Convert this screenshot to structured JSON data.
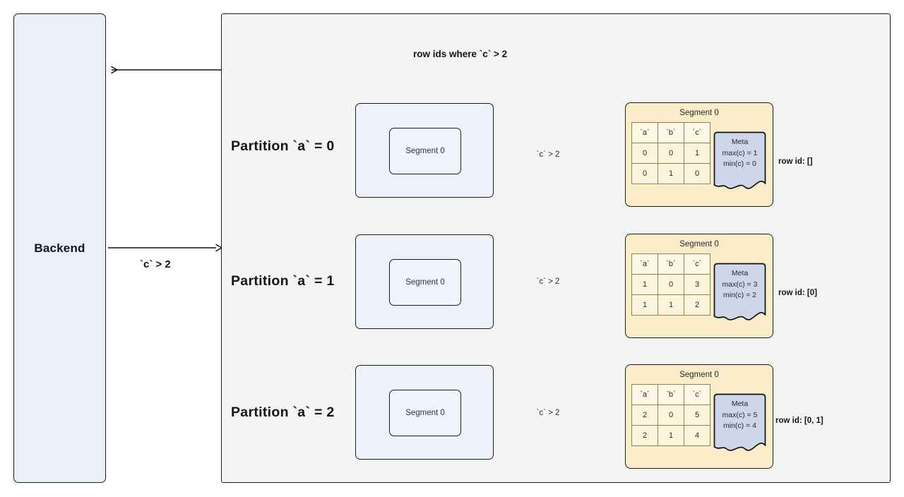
{
  "colors": {
    "page_background": "#ffffff",
    "panel_background": "#f4f4f4",
    "backend_fill": "#eaeff8",
    "partition_box_fill": "#edf1f9",
    "segment_card_fill": "#fbedca",
    "table_cell_fill": "#fbf3dc",
    "table_border": "#8f8354",
    "meta_fill": "#ced6ea",
    "arrow_fill": "#ddd8f5",
    "stroke": "#1c1c1c"
  },
  "backend": {
    "label": "Backend"
  },
  "edges": {
    "request_label": "`c` > 2",
    "response_label": "row ids where `c` > 2"
  },
  "partitions": [
    {
      "title": "Partition `a` = 0",
      "segment_box_label": "Segment 0",
      "arrow_label": "`c` > 2",
      "segment_card": {
        "title": "Segment 0",
        "columns": [
          "`a`",
          "`b`",
          "`c`"
        ],
        "rows": [
          [
            "0",
            "0",
            "1"
          ],
          [
            "0",
            "1",
            "0"
          ]
        ],
        "meta": {
          "title": "Meta",
          "max": "max(c) = 1",
          "min": "min(c) = 0"
        }
      },
      "row_id_label": "row id: []"
    },
    {
      "title": "Partition `a` = 1",
      "segment_box_label": "Segment 0",
      "arrow_label": "`c` > 2",
      "segment_card": {
        "title": "Segment 0",
        "columns": [
          "`a`",
          "`b`",
          "`c`"
        ],
        "rows": [
          [
            "1",
            "0",
            "3"
          ],
          [
            "1",
            "1",
            "2"
          ]
        ],
        "meta": {
          "title": "Meta",
          "max": "max(c) = 3",
          "min": "min(c) = 2"
        }
      },
      "row_id_label": "row id: [0]"
    },
    {
      "title": "Partition `a` = 2",
      "segment_box_label": "Segment 0",
      "arrow_label": "`c` > 2",
      "segment_card": {
        "title": "Segment 0",
        "columns": [
          "`a`",
          "`b`",
          "`c`"
        ],
        "rows": [
          [
            "2",
            "0",
            "5"
          ],
          [
            "2",
            "1",
            "4"
          ]
        ],
        "meta": {
          "title": "Meta",
          "max": "max(c) = 5",
          "min": "min(c) = 4"
        }
      },
      "row_id_label": "row id: [0, 1]"
    }
  ]
}
